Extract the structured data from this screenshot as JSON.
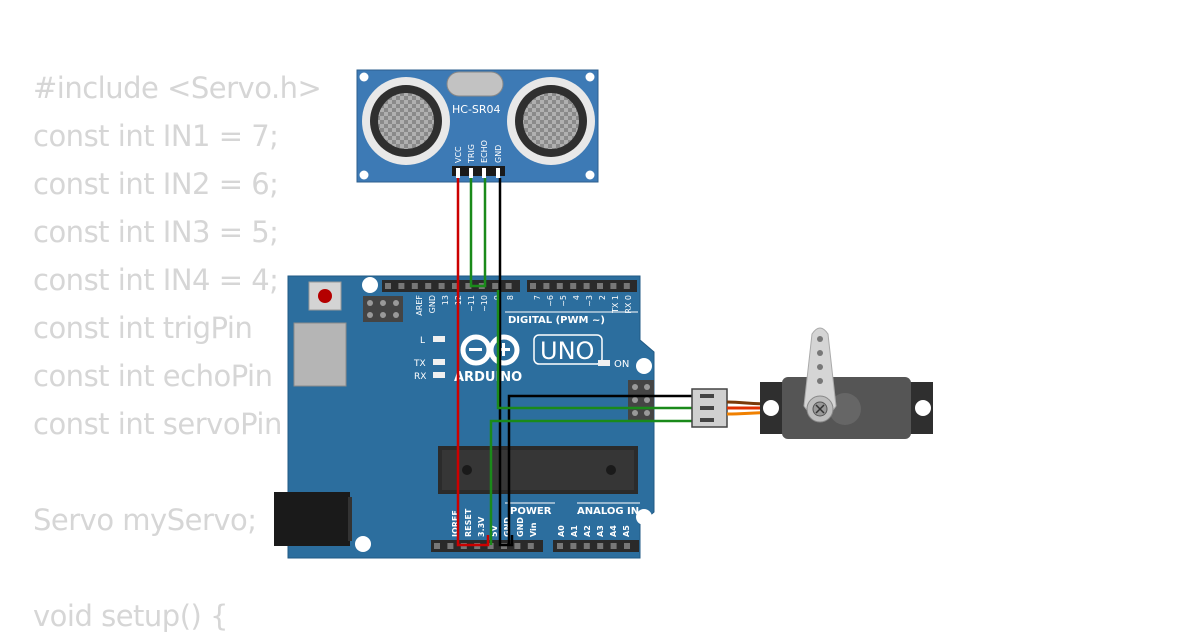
{
  "code_lines": [
    "#include <Servo.h>",
    "const int IN1 = 7;",
    "const int IN2 = 6;",
    "const int IN3 = 5;",
    "const int IN4 = 4;",
    "const int trigPin",
    "const int echoPin",
    "const int servoPin",
    "",
    "Servo myServo;",
    "",
    "void setup() {"
  ],
  "sensor": {
    "name": "HC-SR04",
    "pins": [
      "VCC",
      "TRIG",
      "ECHO",
      "GND"
    ]
  },
  "arduino": {
    "brand": "ARDUINO",
    "model": "UNO",
    "digital_label": "DIGITAL (PWM ~)",
    "digital_pins": [
      "AREF",
      "GND",
      "13",
      "12",
      "~11",
      "~10",
      "~9",
      "8",
      "7",
      "~6",
      "~5",
      "4",
      "~3",
      "2",
      "TX 1",
      "RX 0"
    ],
    "led_labels": [
      "L",
      "TX",
      "RX"
    ],
    "on_label": "ON",
    "power_label": "POWER",
    "analog_label": "ANALOG IN",
    "power_pins": [
      "IOREF",
      "RESET",
      "3.3V",
      "5V",
      "GND",
      "GND",
      "Vin"
    ],
    "analog_pins": [
      "A0",
      "A1",
      "A2",
      "A3",
      "A4",
      "A5"
    ]
  },
  "colors": {
    "board": "#2c6e9e",
    "sensor_board": "#3d7ab5",
    "wire_red": "#cc0000",
    "wire_green": "#1a8a1a",
    "wire_black": "#000000",
    "servo_body": "#555555",
    "code_text": "#d6d6d6"
  }
}
